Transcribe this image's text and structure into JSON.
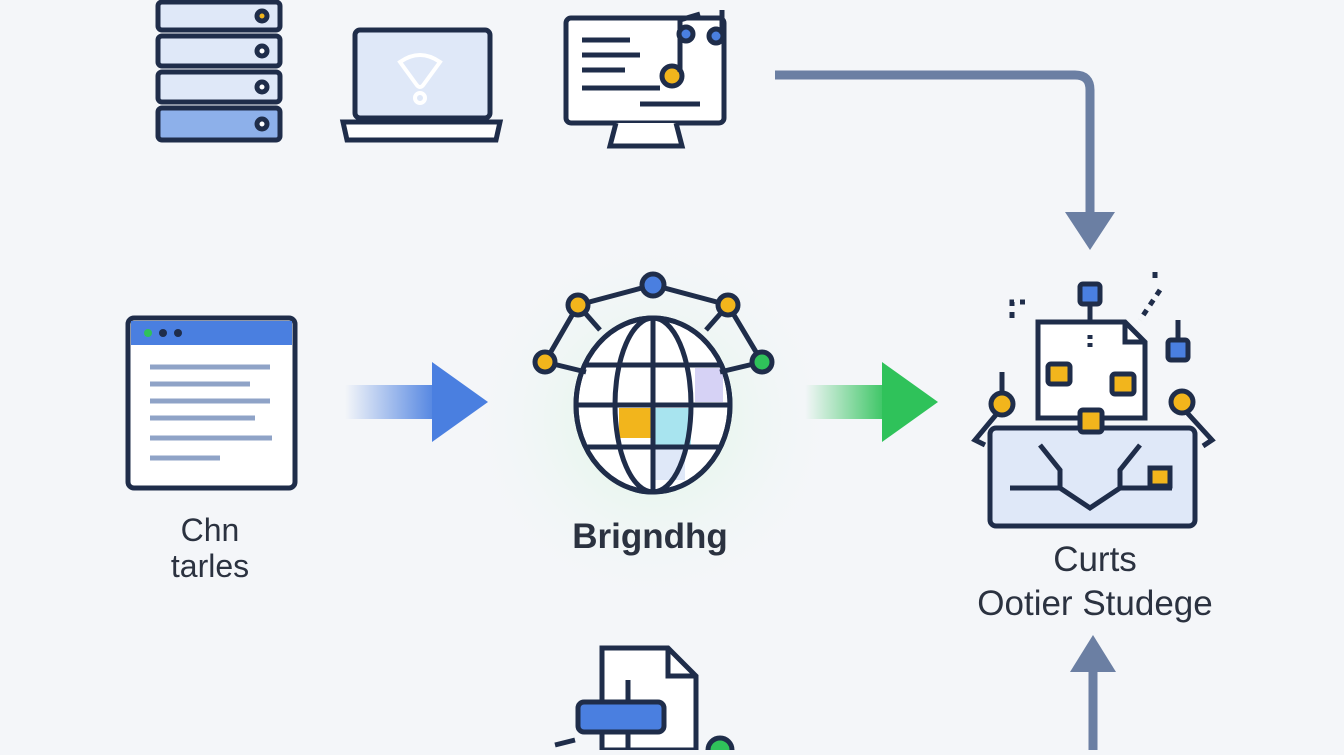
{
  "colors": {
    "outline": "#1f2d4a",
    "blue": "#4a7fe0",
    "light_blue": "#dfe8f8",
    "green": "#2fc25a",
    "yellow": "#f2b51c",
    "arrow_gray": "#6b7fa3",
    "background": "#f4f6f9"
  },
  "icons": {
    "server": "server-stack-icon",
    "laptop": "laptop-icon",
    "monitor": "monitor-music-icon",
    "browser": "browser-window-icon",
    "globe": "globe-network-icon",
    "robot": "robot-workstation-icon",
    "document": "document-icon"
  },
  "nodes": {
    "left": {
      "line1": "Chn",
      "line2": "tarles"
    },
    "center": {
      "label": "Brigndhg"
    },
    "right": {
      "line1": "Curts",
      "line2": "Ootier Studege"
    }
  }
}
